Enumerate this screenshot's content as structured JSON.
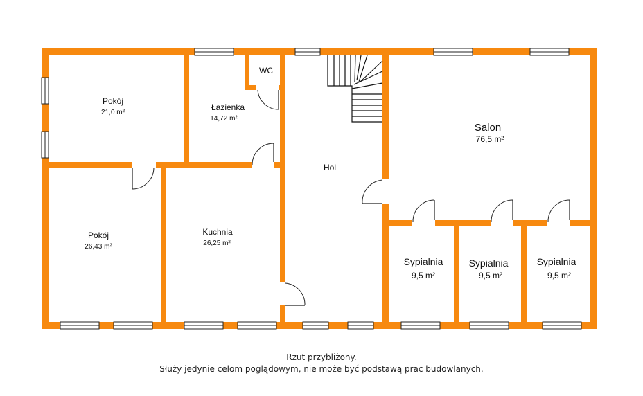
{
  "colors": {
    "wall": "#f7890f",
    "line": "#222222",
    "background": "#ffffff"
  },
  "rooms": {
    "pokoj_top": {
      "name": "Pokój",
      "area": "21,0 m²"
    },
    "lazienka": {
      "name": "Łazienka",
      "area": "14,72 m²"
    },
    "wc": {
      "name": "WC"
    },
    "hol": {
      "name": "Hol"
    },
    "salon": {
      "name": "Salon",
      "area": "76,5 m²"
    },
    "pokoj_bottom": {
      "name": "Pokój",
      "area": "26,43 m²"
    },
    "kuchnia": {
      "name": "Kuchnia",
      "area": "26,25 m²"
    },
    "sypialnia_1": {
      "name": "Sypialnia",
      "area": "9,5 m²"
    },
    "sypialnia_2": {
      "name": "Sypialnia",
      "area": "9,5 m²"
    },
    "sypialnia_3": {
      "name": "Sypialnia",
      "area": "9,5 m²"
    }
  },
  "footer": {
    "line1": "Rzut przybliżony.",
    "line2": "Służy jedynie celom poglądowym, nie może być podstawą prac budowlanych."
  }
}
